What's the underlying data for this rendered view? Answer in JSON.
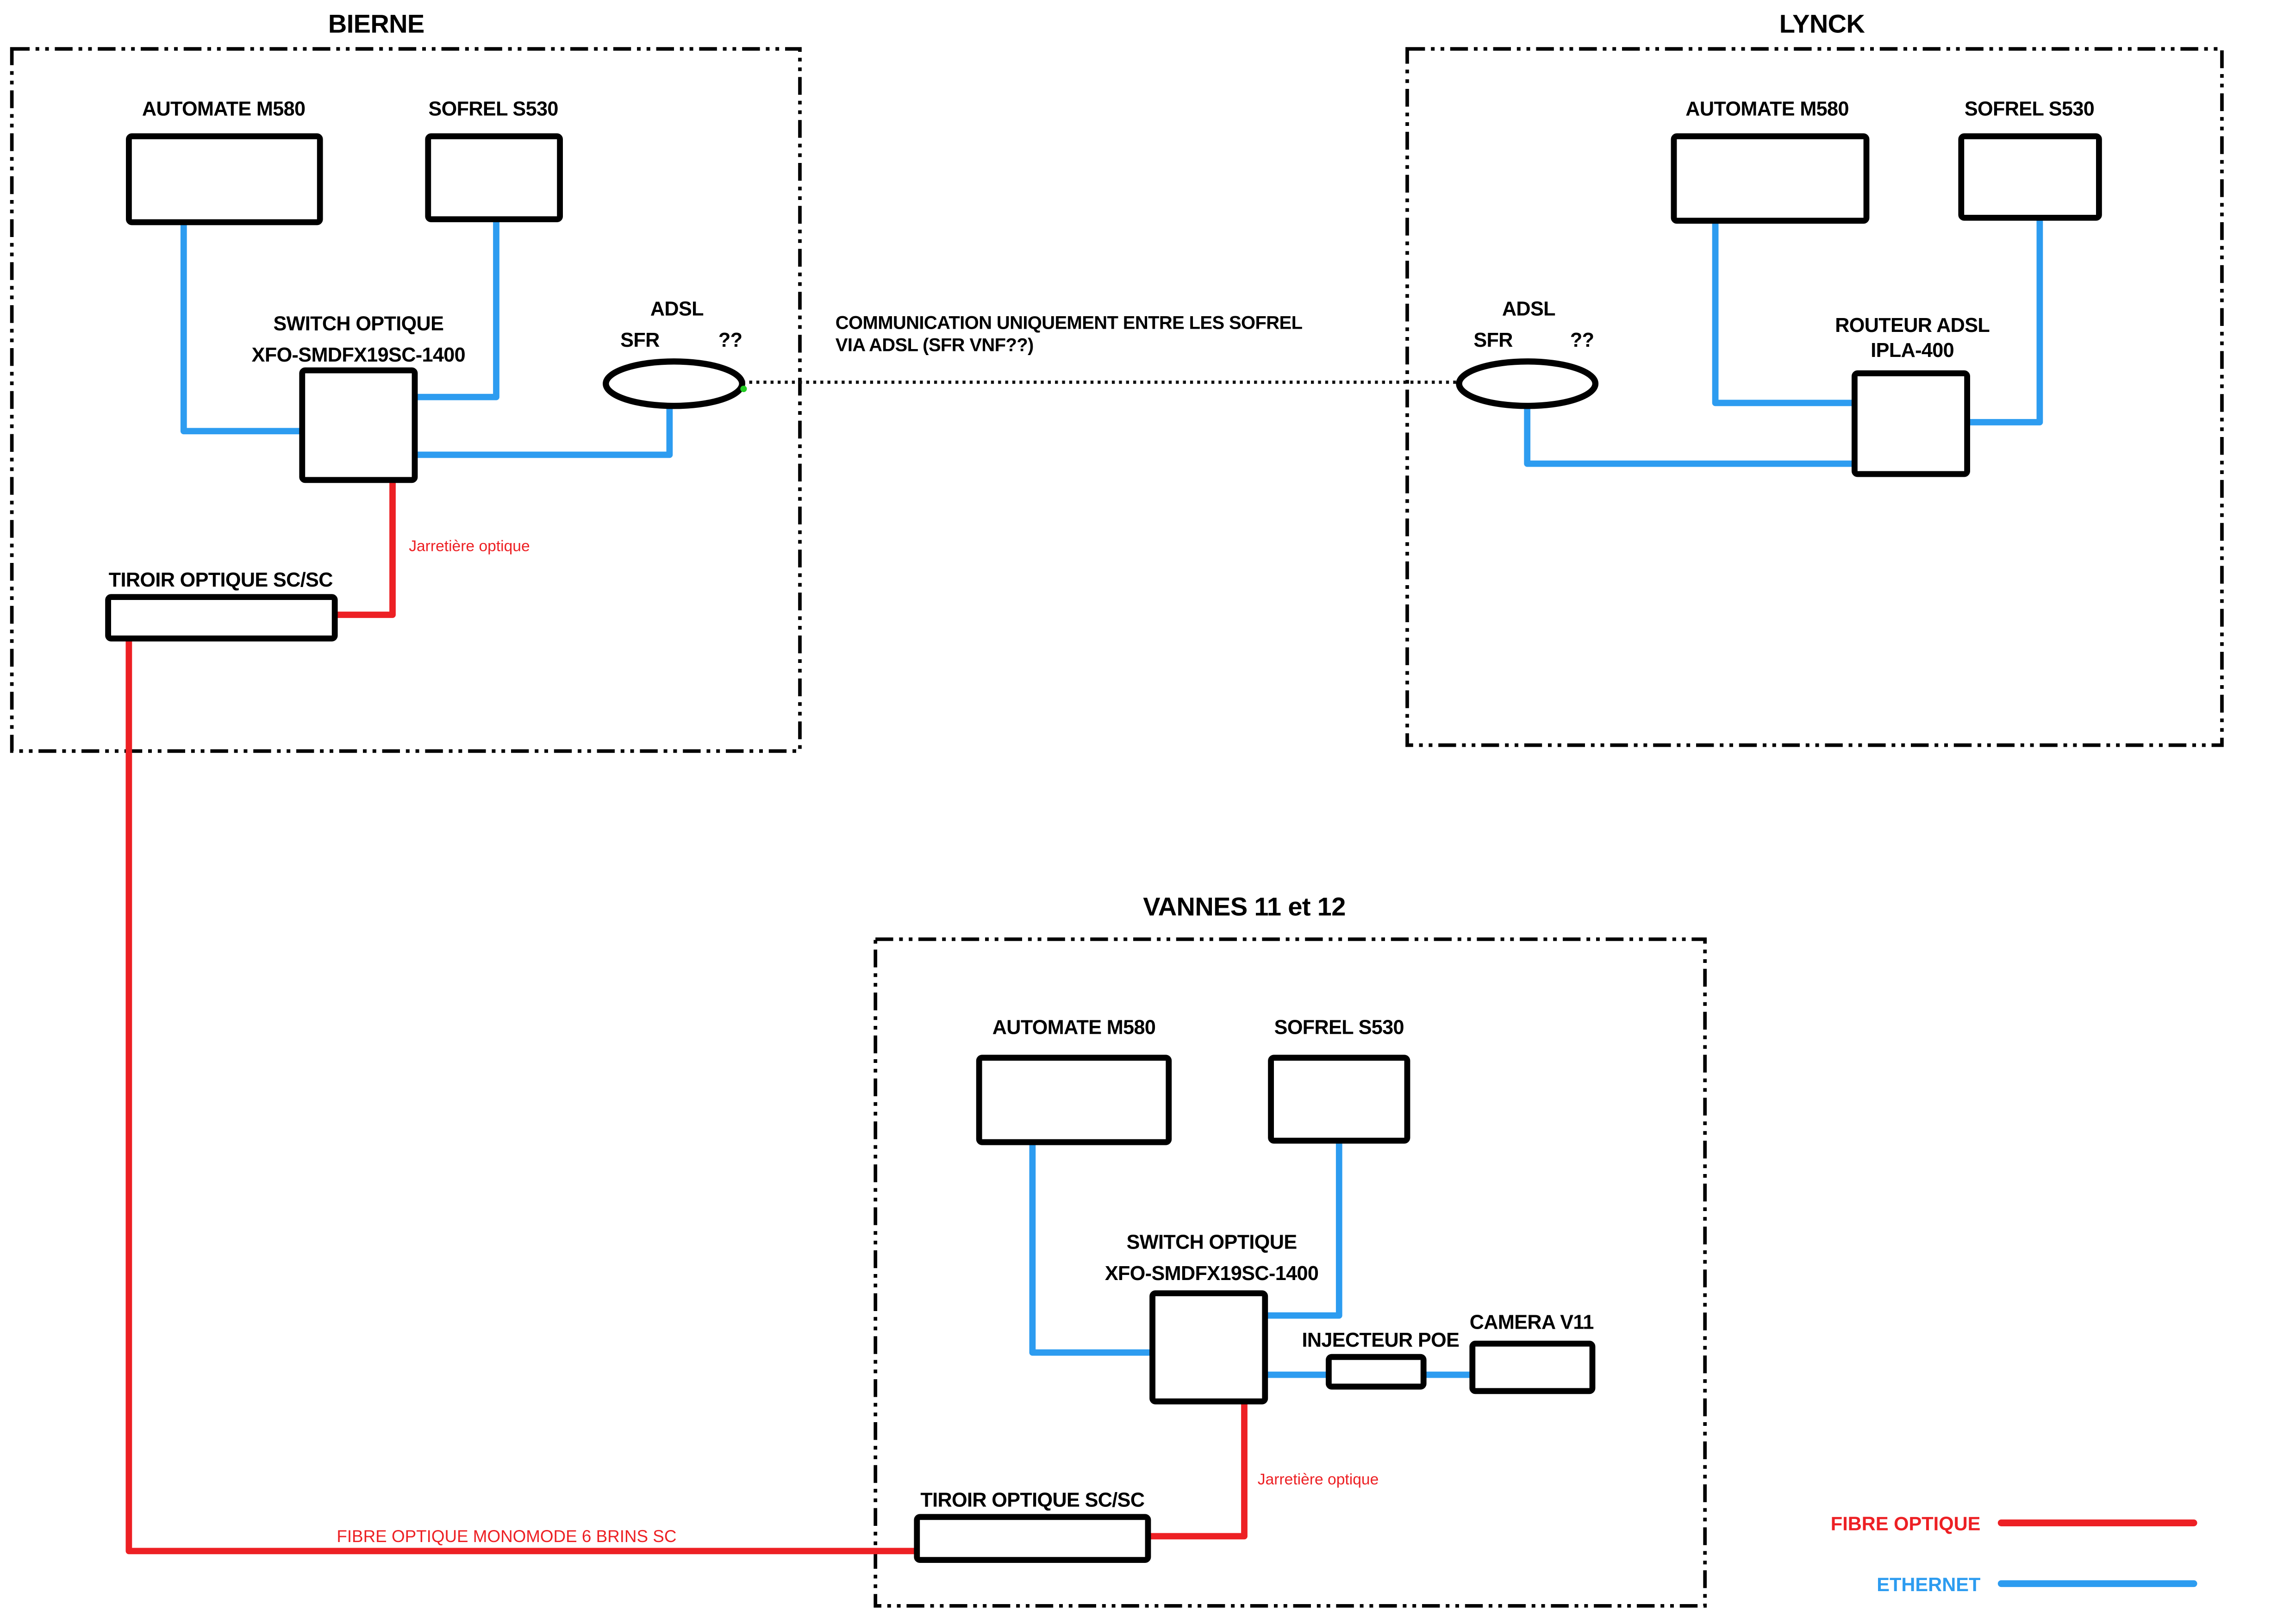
{
  "sites": {
    "bierne": {
      "title": "BIERNE",
      "automate": "AUTOMATE M580",
      "sofrel": "SOFREL S530",
      "switch_line1": "SWITCH OPTIQUE",
      "switch_line2": "XFO-SMDFX19SC-1400",
      "adsl": "ADSL",
      "operator": "SFR",
      "unknown": "??",
      "tiroir": "TIROIR OPTIQUE SC/SC",
      "jarretiere": "Jarretière optique"
    },
    "lynck": {
      "title": "LYNCK",
      "automate": "AUTOMATE M580",
      "sofrel": "SOFREL S530",
      "routeur_line1": "ROUTEUR ADSL",
      "routeur_line2": "IPLA-400",
      "adsl": "ADSL",
      "operator": "SFR",
      "unknown": "??"
    },
    "vannes": {
      "title": "VANNES 11 et 12",
      "automate": "AUTOMATE M580",
      "sofrel": "SOFREL S530",
      "switch_line1": "SWITCH OPTIQUE",
      "switch_line2": "XFO-SMDFX19SC-1400",
      "injecteur": "INJECTEUR POE",
      "camera": "CAMERA V11",
      "tiroir": "TIROIR OPTIQUE SC/SC",
      "jarretiere": "Jarretière optique"
    }
  },
  "notes": {
    "adsl_link_line1": "COMMUNICATION UNIQUEMENT ENTRE LES SOFREL",
    "adsl_link_line2": "VIA ADSL (SFR VNF??)",
    "fibre_run": "FIBRE OPTIQUE MONOMODE 6 BRINS SC"
  },
  "legend": {
    "fibre": "FIBRE OPTIQUE",
    "ethernet": "ETHERNET"
  },
  "colors": {
    "fibre": "#ed2024",
    "ethernet": "#2d9cf0",
    "link_endpoint_dot": "#22cc22",
    "node_border": "#000000"
  }
}
